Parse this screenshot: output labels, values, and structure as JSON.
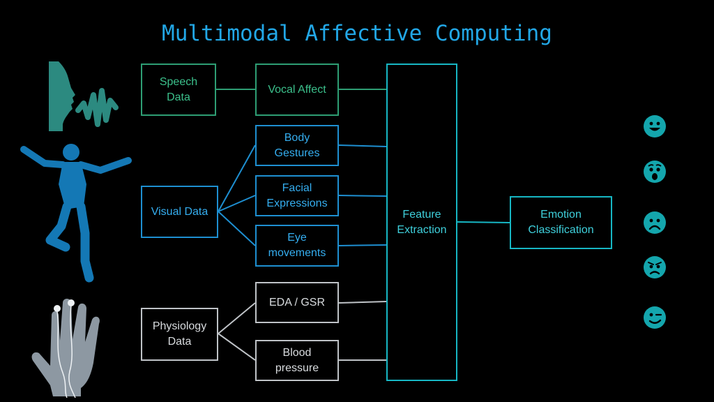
{
  "title": "Multimodal Affective Computing",
  "sources": {
    "speech": "Speech\nData",
    "visual": "Visual Data",
    "physiology": "Physiology\nData"
  },
  "modalities": {
    "vocal_affect": "Vocal Affect",
    "body_gestures": "Body\nGestures",
    "facial_expressions": "Facial\nExpressions",
    "eye_movements": "Eye\nmovements",
    "eda_gsr": "EDA / GSR",
    "blood_pressure": "Blood\npressure"
  },
  "feature_extraction": "Feature\nExtraction",
  "emotion_classification": "Emotion\nClassification",
  "colors": {
    "title": "#22a7e6",
    "speech": "#2e9e74",
    "visual": "#1e8fd1",
    "physiology": "#bfc3c7",
    "feature": "#17b7c4",
    "faces": "#14a6ad"
  },
  "illustrations": [
    "speaking-head-silhouette",
    "dancing-person-silhouette",
    "hand-with-electrodes"
  ],
  "emotion_icons": [
    "happy-face-icon",
    "surprised-face-icon",
    "sad-face-icon",
    "angry-face-icon",
    "winking-face-icon"
  ]
}
